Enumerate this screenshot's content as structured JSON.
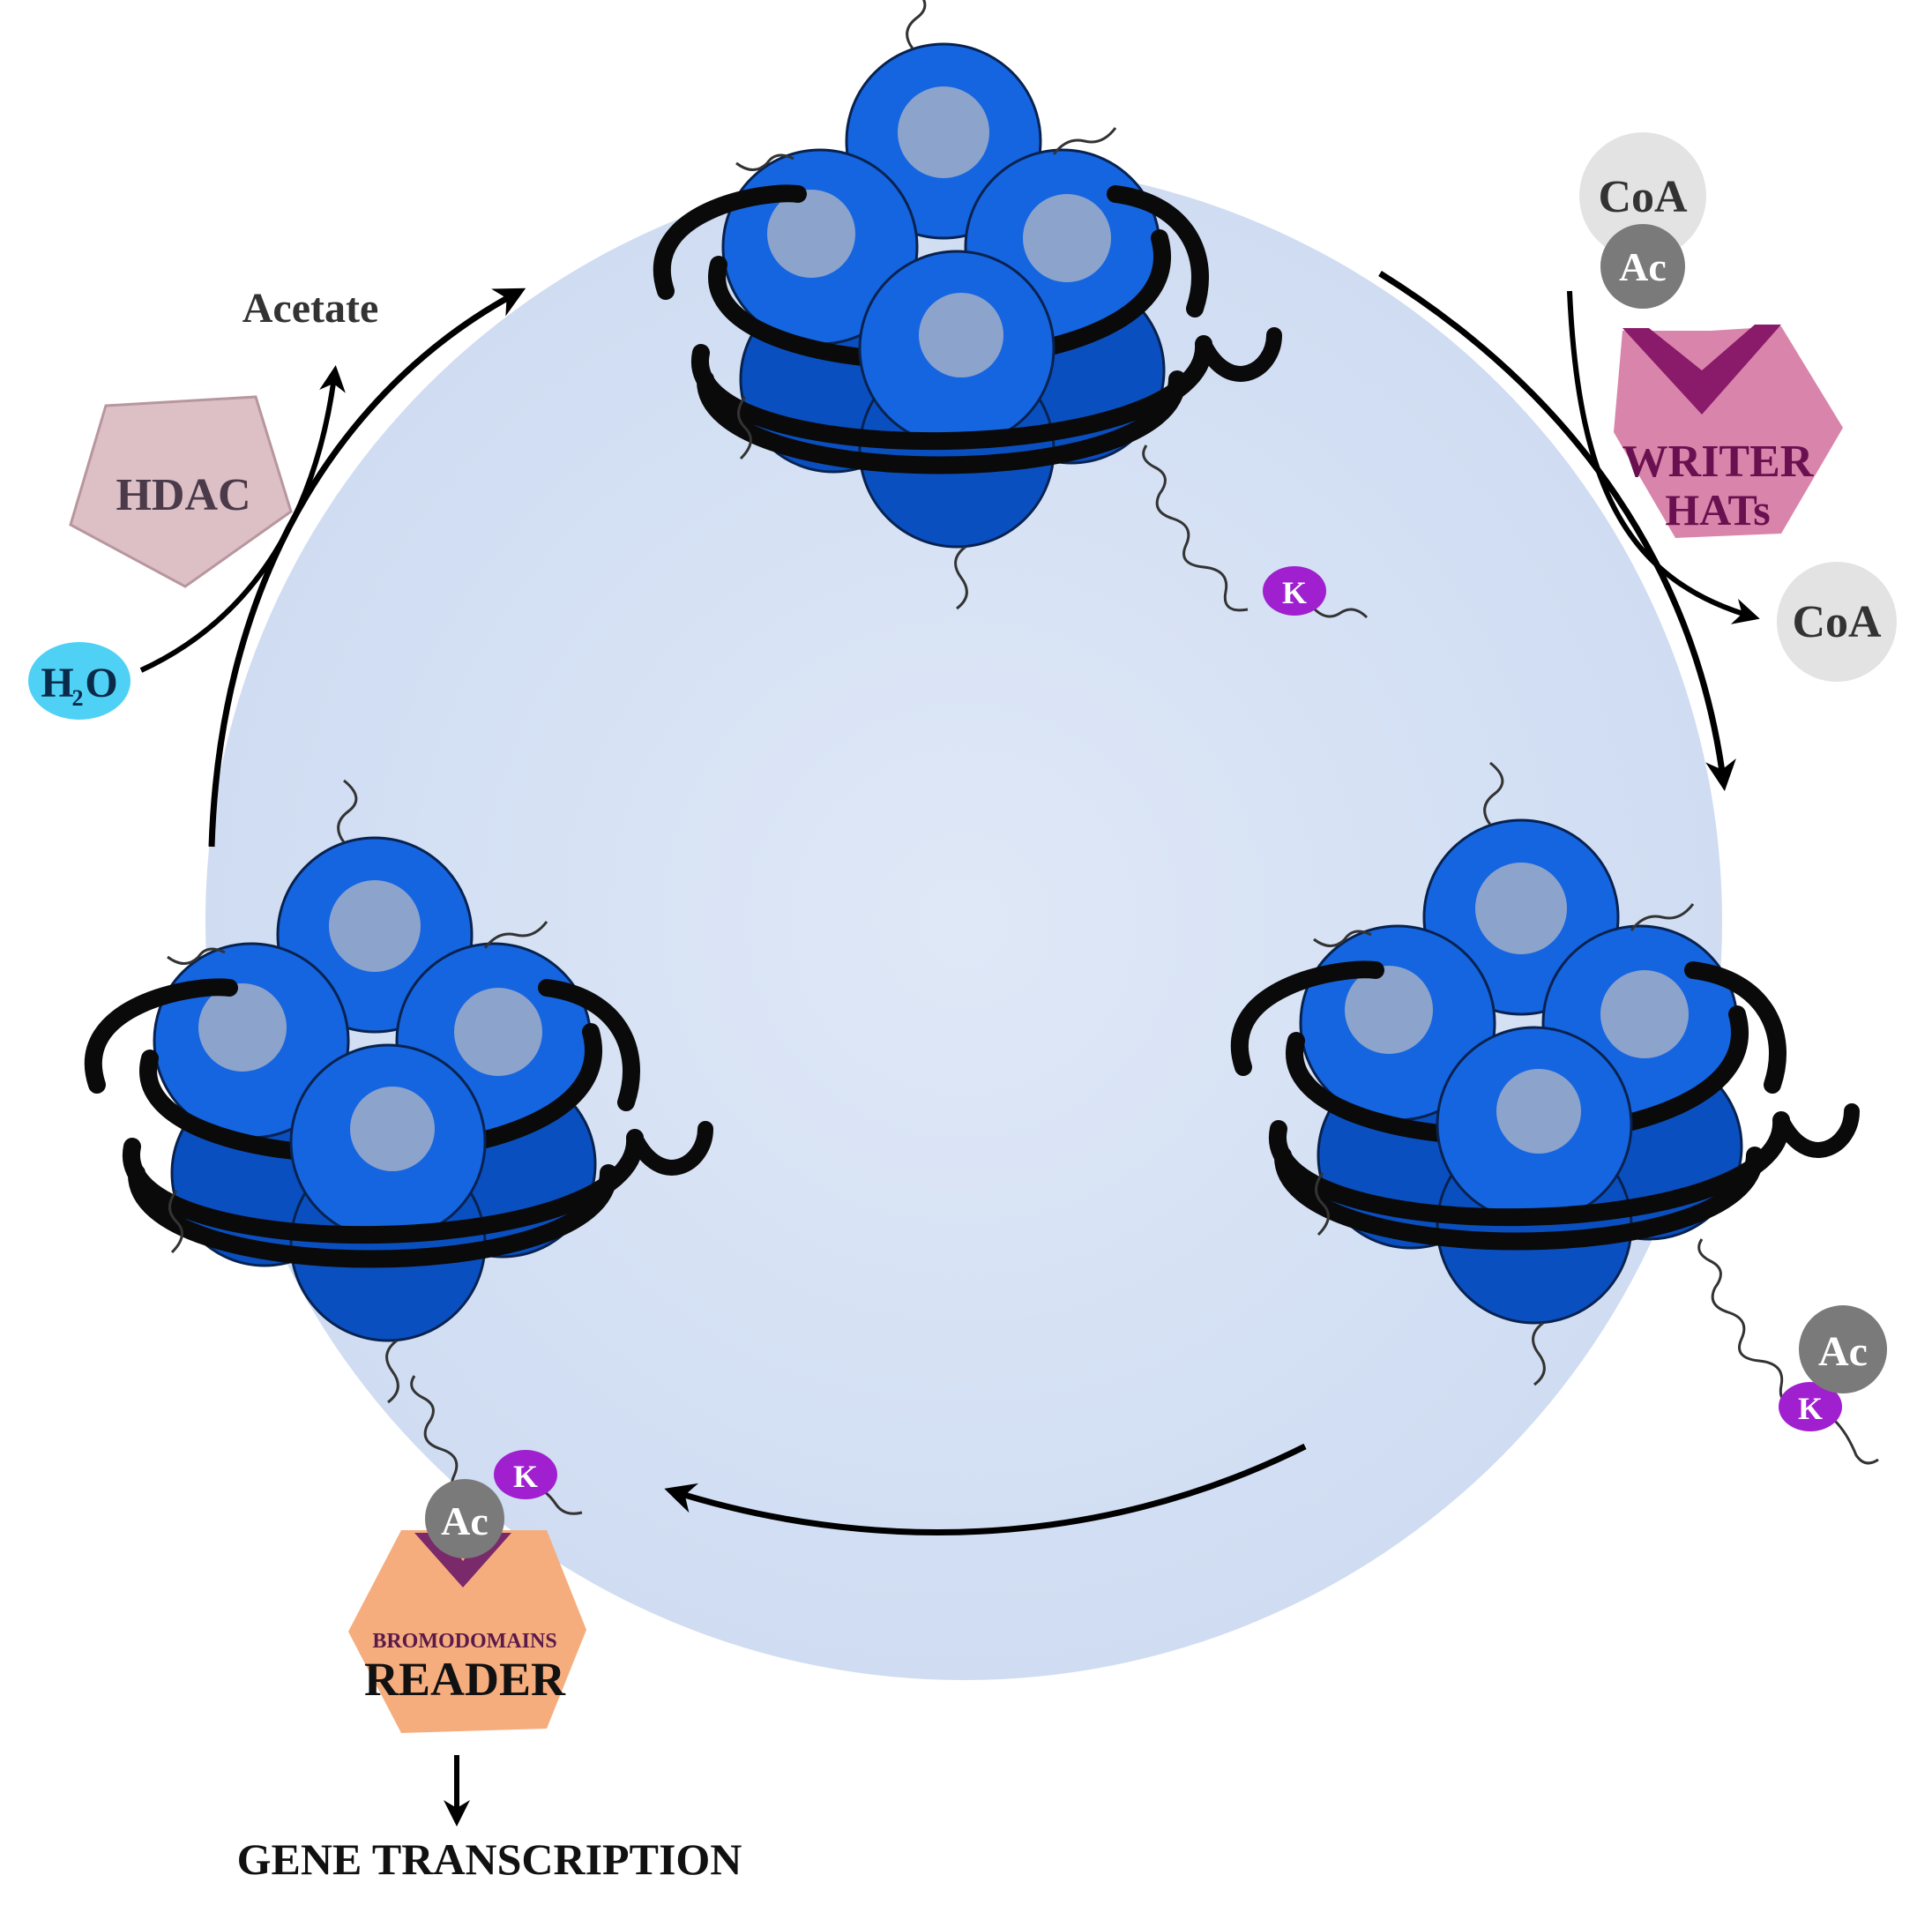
{
  "labels": {
    "acetate": "Acetate",
    "hdac": "HDAC",
    "h2o_main": "H",
    "h2o_sub": "2",
    "h2o_tail": "O",
    "coa_top": "CoA",
    "ac_top": "Ac",
    "writer_line1": "WRITER",
    "writer_line2": "HATs",
    "coa_right": "CoA",
    "ac_right": "Ac",
    "lysine": "K",
    "ac_reader": "Ac",
    "reader_small": "BROMODOMAINS",
    "reader_main": "READER",
    "gene_transcription": "GENE TRANSCRIPTION"
  },
  "colors": {
    "cycle_fill": "#dde7f6",
    "histone_blue": "#1565e0",
    "histone_dark": "#0a4fc0",
    "histone_core": "#8ca3cc",
    "dna": "#0a0a0a",
    "lysine": "#a020d0",
    "acetyl": "#7a7a7a",
    "coa": "#e3e3e3",
    "hdac": "#dcc0c6",
    "writer": "#d985ab",
    "writer_notch": "#8a1a6a",
    "reader": "#f6ad7e",
    "reader_notch": "#7a2a6a",
    "water": "#4fd1f5"
  }
}
